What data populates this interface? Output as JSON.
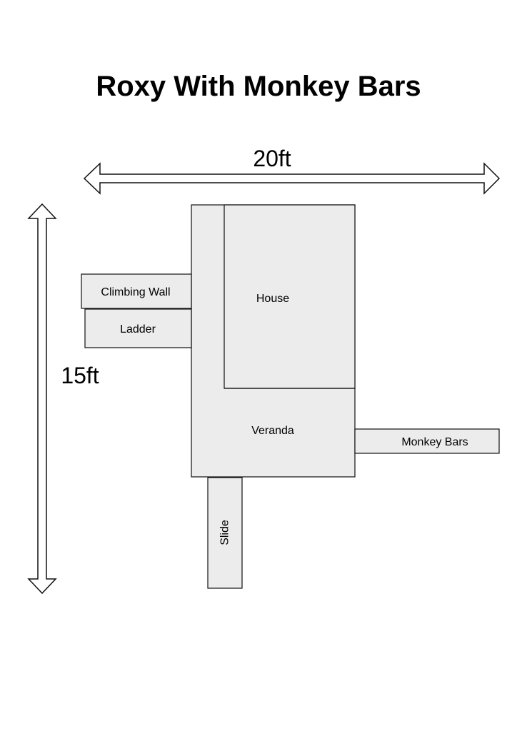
{
  "title": "Roxy With Monkey Bars",
  "dimensions": {
    "width_label": "20ft",
    "height_label": "15ft"
  },
  "components": {
    "climbing_wall": "Climbing Wall",
    "ladder": "Ladder",
    "house": "House",
    "veranda": "Veranda",
    "monkey_bars": "Monkey Bars",
    "slide": "Slide"
  },
  "colors": {
    "fill": "#ececec",
    "stroke": "#111111",
    "arrow_fill": "#ffffff"
  }
}
